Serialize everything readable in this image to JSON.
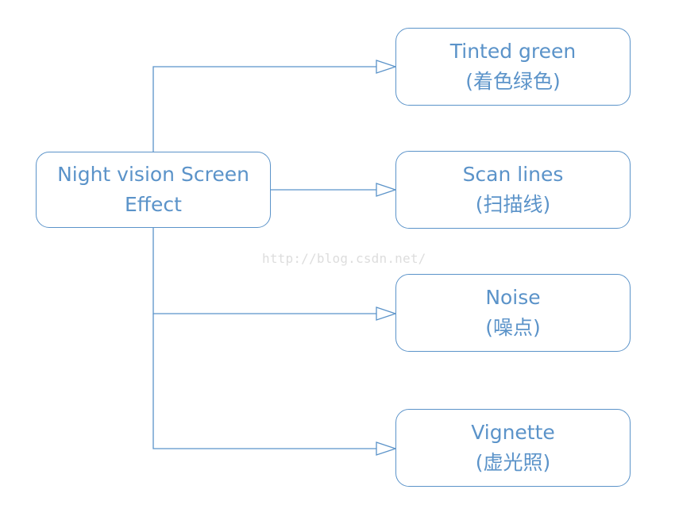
{
  "colors": {
    "accent": "#5b93c9",
    "background": "#ffffff",
    "watermark": "#dddddd"
  },
  "root": {
    "line1": "Night vision Screen",
    "line2": "Effect"
  },
  "children": [
    {
      "line1": "Tinted green",
      "line2": "(着色绿色)"
    },
    {
      "line1": "Scan lines",
      "line2": "(扫描线)"
    },
    {
      "line1": "Noise",
      "line2": "(噪点)"
    },
    {
      "line1": "Vignette",
      "line2": "(虚光照)"
    }
  ],
  "watermark": "http://blog.csdn.net/"
}
